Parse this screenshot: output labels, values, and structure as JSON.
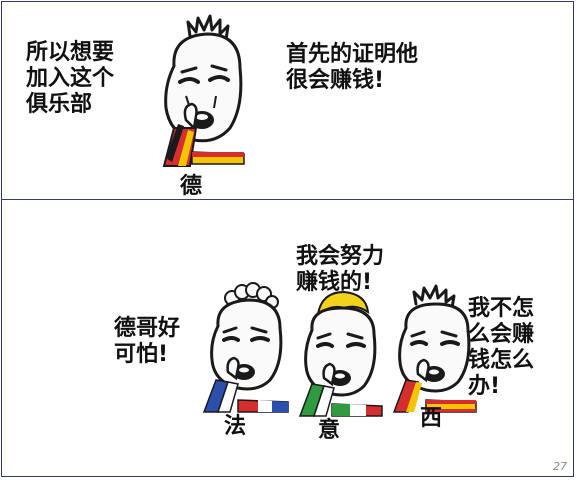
{
  "top": {
    "left_speech": "所以想要\n加入这个\n俱乐部",
    "right_speech": "首先的证明他\n很会赚钱!",
    "name": "德"
  },
  "bottom": {
    "fr_speech": "德哥好\n可怕!",
    "it_speech": "我会努力\n赚钱的!",
    "es_speech": "我不怎\n么会赚\n钱怎么\n办!",
    "fr_name": "法",
    "it_name": "意",
    "es_name": "西"
  },
  "page_number": "27",
  "colors": {
    "border": "#2f3a66",
    "skin": "#fafafa",
    "outline": "#1a1a1a",
    "germany": [
      "#1a1a1a",
      "#d62e2e",
      "#f5c400"
    ],
    "france": [
      "#2c4fae",
      "#ffffff",
      "#d62e2e"
    ],
    "italy": [
      "#2f9a3e",
      "#ffffff",
      "#d62e2e"
    ],
    "spain": [
      "#d62e2e",
      "#f5c400",
      "#d62e2e"
    ],
    "blonde_hair": "#f2d21a"
  },
  "icons": [
    "germany-face-icon",
    "france-face-icon",
    "italy-face-icon",
    "spain-face-icon"
  ]
}
